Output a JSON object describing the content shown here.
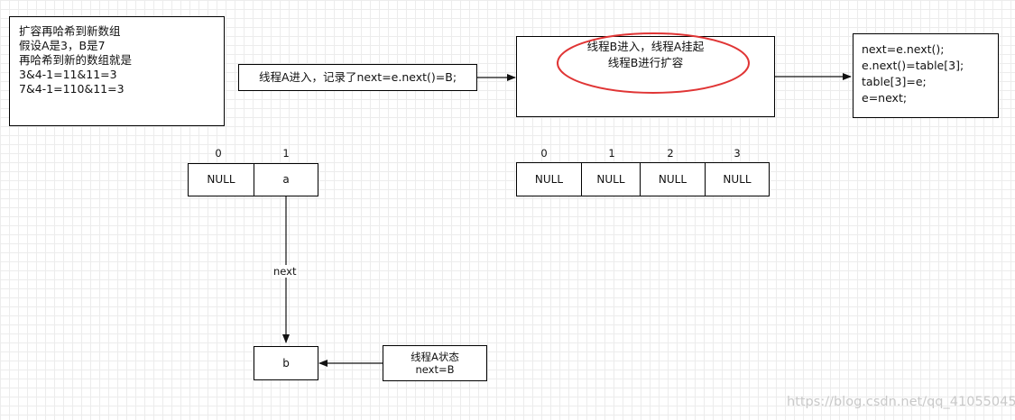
{
  "note": {
    "lines": [
      "扩容再哈希到新数组",
      "假设A是3，B是7",
      "再哈希到新的数组就是",
      "3&4-1=11&11=3",
      "7&4-1=110&11=3"
    ]
  },
  "threadA": "线程A进入，记录了next=e.next()=B;",
  "threadB": {
    "line1": "线程B进入，线程A挂起",
    "line2": "线程B进行扩容"
  },
  "code": {
    "lines": [
      "next=e.next();",
      "e.next()=table[3];",
      "table[3]=e;",
      "e=next;"
    ]
  },
  "old_array": {
    "indices": [
      "0",
      "1"
    ],
    "cells": [
      "NULL",
      "a"
    ]
  },
  "new_array": {
    "indices": [
      "0",
      "1",
      "2",
      "3"
    ],
    "cells": [
      "NULL",
      "NULL",
      "NULL",
      "NULL"
    ]
  },
  "node_b": "b",
  "edge_next": "next",
  "threadA_state": {
    "line1": "线程A状态",
    "line2": "next=B"
  },
  "watermark": "https://blog.csdn.net/qq_41055045",
  "colors": {
    "line": "#111111",
    "highlight": "#e03535",
    "grid": "#ececec"
  }
}
